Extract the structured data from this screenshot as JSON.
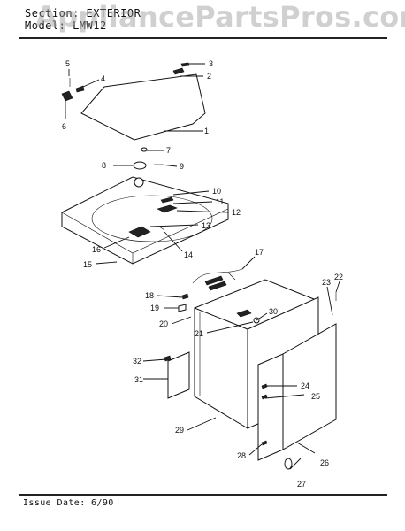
{
  "header": {
    "section_line": "Section: EXTERIOR",
    "model_line": "Model: LMW12"
  },
  "watermark": "AppliancePartsPros.com",
  "footer": {
    "issue_line": "Issue Date: 6/90"
  },
  "callouts": [
    "1",
    "2",
    "3",
    "4",
    "5",
    "6",
    "7",
    "8",
    "9",
    "10",
    "11",
    "12",
    "13",
    "14",
    "15",
    "16",
    "17",
    "18",
    "19",
    "20",
    "21",
    "22",
    "23",
    "24",
    "25",
    "26",
    "27",
    "28",
    "29",
    "30",
    "31",
    "32"
  ]
}
